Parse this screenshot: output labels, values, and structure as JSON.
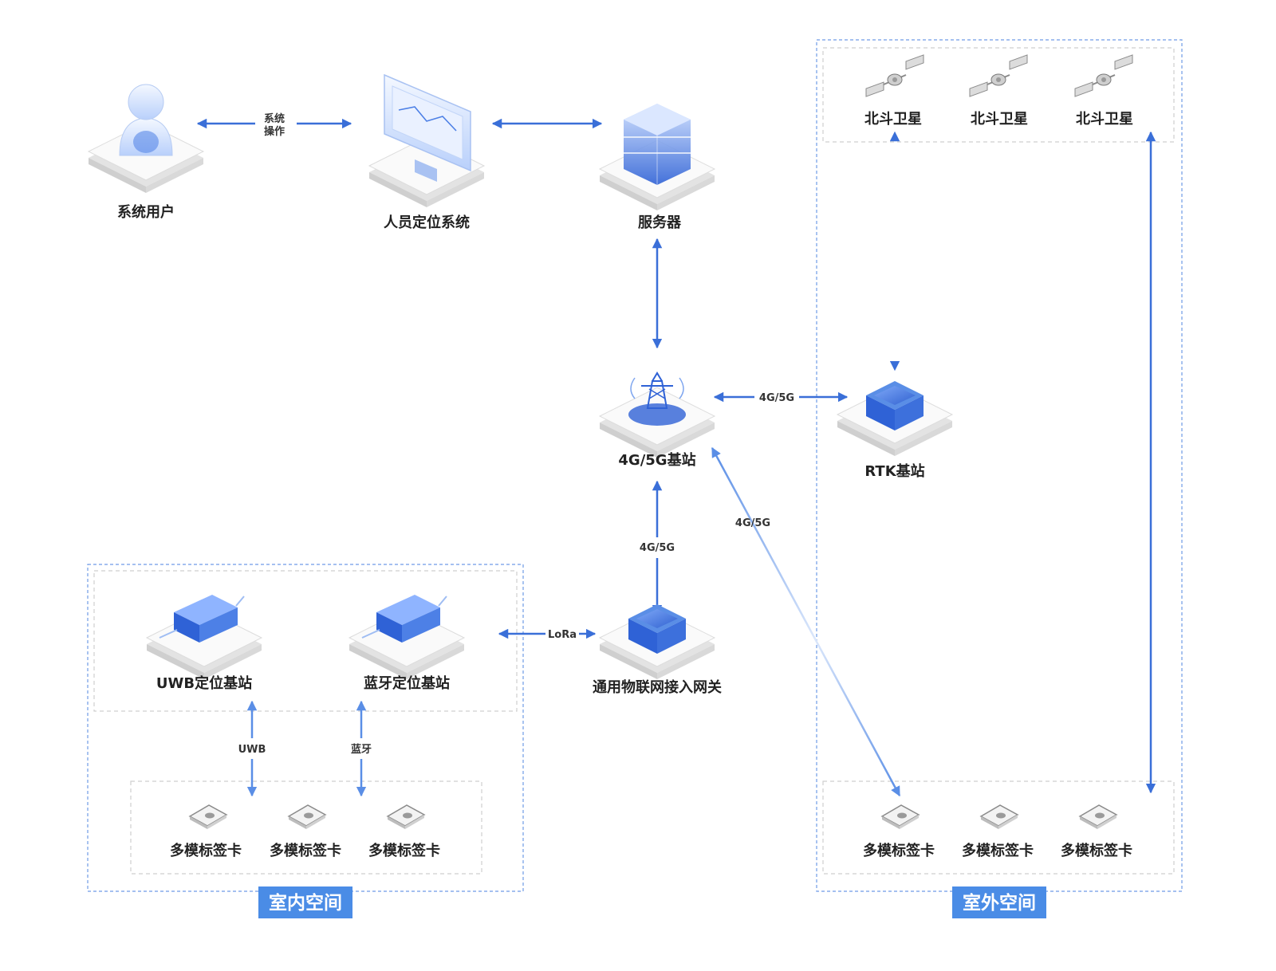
{
  "colors": {
    "accent": "#3a6fd8",
    "accent_light": "#9fbdf3",
    "region_border": "#6f9be6",
    "group_border": "#cfcfcf",
    "region_title_bg": "#4a8ce6"
  },
  "nodes": {
    "system_user": "系统用户",
    "positioning_system": "人员定位系统",
    "server": "服务器",
    "base_station_4g5g": "4G/5G基站",
    "iot_gateway": "通用物联网接入网关",
    "rtk_station": "RTK基站",
    "uwb_station": "UWB定位基站",
    "bluetooth_station": "蓝牙定位基站",
    "satellite": "北斗卫星",
    "tag_card": "多模标签卡"
  },
  "edges": {
    "system_operation": [
      "系统",
      "操作"
    ],
    "net_4g5g": "4G/5G",
    "lora": "LoRa",
    "uwb": "UWB",
    "bluetooth": "蓝牙"
  },
  "regions": {
    "indoor": "室内空间",
    "outdoor": "室外空间"
  },
  "icons": [
    "user-icon",
    "monitor-icon",
    "server-icon",
    "tower-icon",
    "cube-icon",
    "router-icon",
    "satellite-icon",
    "tag-icon"
  ]
}
